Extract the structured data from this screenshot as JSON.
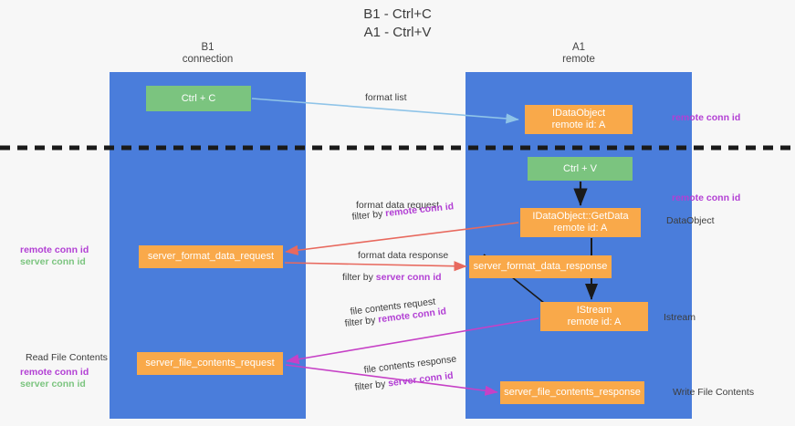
{
  "title": {
    "line1": "B1 - Ctrl+C",
    "line2": "A1 - Ctrl+V"
  },
  "lanes": [
    {
      "id": "b1",
      "name": "B1",
      "sub": "connection",
      "color": "#4a7ddb"
    },
    {
      "id": "a1",
      "name": "A1",
      "sub": "remote",
      "color": "#4a7ddb"
    }
  ],
  "nodes": {
    "ctrl_c": {
      "label": "Ctrl + C",
      "sub": "",
      "color": "#7bc47f"
    },
    "idataobject": {
      "label": "IDataObject",
      "sub": "remote id: A",
      "color": "#f9a94a"
    },
    "ctrl_v": {
      "label": "Ctrl + V",
      "sub": "",
      "color": "#7bc47f"
    },
    "getdata": {
      "label": "IDataObject::GetData",
      "sub": "remote id: A",
      "color": "#f9a94a"
    },
    "format_data_request": {
      "label": "server_format_data_request",
      "sub": "",
      "color": "#f9a94a"
    },
    "format_data_response": {
      "label": "server_format_data_response",
      "sub": "",
      "color": "#f9a94a"
    },
    "istream": {
      "label": "IStream",
      "sub": "remote id: A",
      "color": "#f9a94a"
    },
    "file_contents_request": {
      "label": "server_file_contents_request",
      "sub": "",
      "color": "#f9a94a"
    },
    "file_contents_response": {
      "label": "server_file_contents_response",
      "sub": "",
      "color": "#f9a94a"
    }
  },
  "edge_labels": {
    "format_list": "format list",
    "format_data_request": "format data request",
    "filter_by": "filter by ",
    "remote_conn_id": "remote conn id",
    "server_conn_id": "server conn id",
    "format_data_response": "format data response",
    "file_contents_request": "file contents request",
    "file_contents_response": "file contents response"
  },
  "side_labels": {
    "remote_conn_id": "remote conn id",
    "server_conn_id": "server conn id",
    "dataobject": "DataObject",
    "istream": "Istream",
    "read_file_contents": "Read File Contents",
    "write_file_contents": "Write File Contents"
  },
  "colors": {
    "lane": "#4a7ddb",
    "green_node": "#7bc47f",
    "orange_node": "#f9a94a",
    "purple_text": "#b23fd4",
    "green_text": "#7bc47f",
    "blue_arrow": "#8fc4e8",
    "red_arrow": "#e8695e",
    "magenta_arrow": "#c council",
    "black_arrow": "#1a1a1a",
    "divider": "#1a1a1a",
    "background": "#f7f7f7"
  }
}
